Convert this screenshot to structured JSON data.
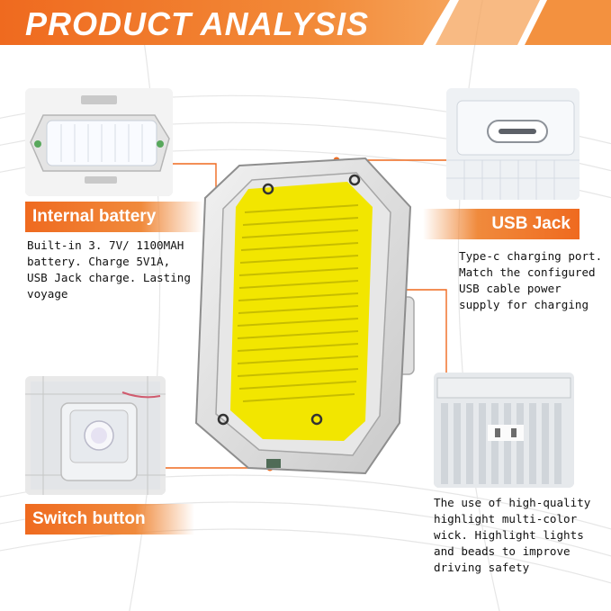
{
  "header": {
    "title": "PRODUCT ANALYSIS",
    "colors": {
      "banner_left": "#ef6a1f",
      "banner_right": "#f3913f",
      "text": "#ffffff"
    }
  },
  "features": {
    "internal_battery": {
      "label": "Internal battery",
      "description": "Built-in 3. 7V/ 1100MAH\nbattery. Charge 5V1A,\nUSB Jack charge. Lasting\nvoyage"
    },
    "usb_jack": {
      "label": "USB Jack",
      "description": "Type-c charging port.\nMatch the configured\nUSB cable power\nsupply for charging"
    },
    "switch_button": {
      "label": "Switch button"
    },
    "light_wick": {
      "description": "The use of high-quality\nhighlight multi-color\nwick. Highlight lights\nand beads to improve\ndriving safety"
    }
  },
  "colors": {
    "accent": "#ef6a1f",
    "led_yellow": "#f2e600",
    "text": "#111111"
  }
}
